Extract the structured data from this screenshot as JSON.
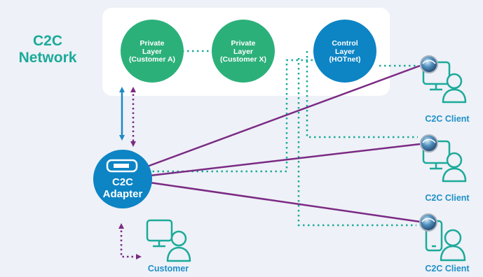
{
  "network_title": "C2C\nNetwork",
  "layers": [
    {
      "label": "Private\nLayer\n(Customer A)"
    },
    {
      "label": "Private\nLayer\n(Customer X)"
    },
    {
      "label": "Control\nLayer\n(HOTnet)"
    }
  ],
  "adapter": {
    "label": "C2C\nAdapter"
  },
  "clients": [
    {
      "label": "C2C Client",
      "device": "desktop-computer-icon"
    },
    {
      "label": "C2C Client",
      "device": "desktop-computer-icon"
    },
    {
      "label": "C2C Client",
      "device": "mobile-phone-icon"
    }
  ],
  "customer": {
    "label": "Customer",
    "device": "desktop-computer-icon"
  },
  "colors": {
    "teal": "#1baa9a",
    "green_node": "#2cb07a",
    "blue_node": "#0d84c4",
    "purple": "#7b2a84",
    "caption_blue": "#1e90c8",
    "background": "#eef1f7"
  }
}
